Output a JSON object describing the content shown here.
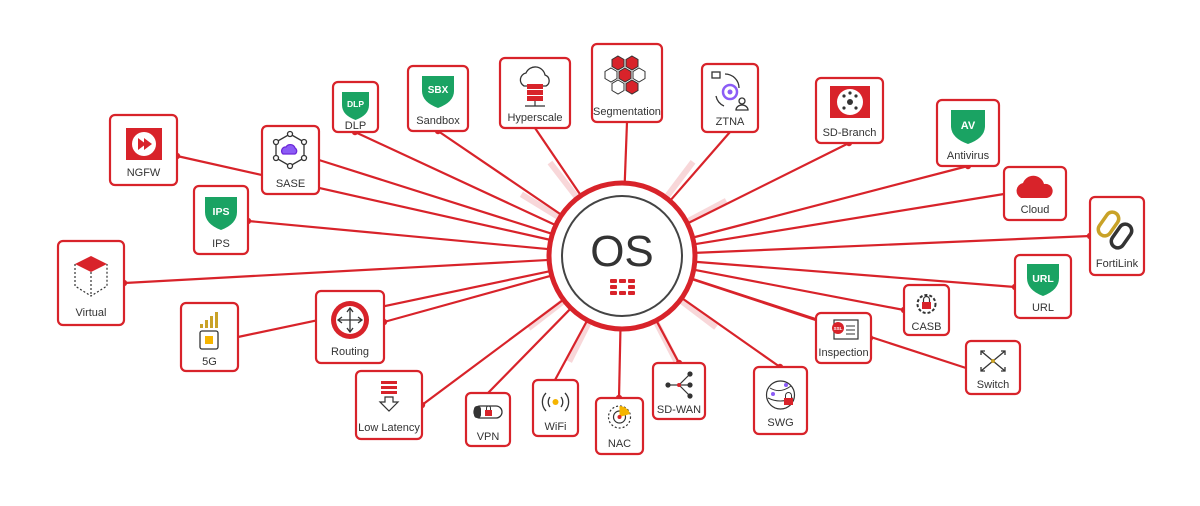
{
  "hub": {
    "label": "OS"
  },
  "colors": {
    "accent": "#d8232a",
    "shield": "#1aa363",
    "text": "#333333"
  },
  "nodes": [
    {
      "id": "ngfw",
      "label": "NGFW",
      "icon": "play-firewall-icon"
    },
    {
      "id": "sase",
      "label": "SASE",
      "icon": "cloud-network-icon"
    },
    {
      "id": "dlp",
      "label": "DLP",
      "icon": "shield-icon",
      "badge": "DLP"
    },
    {
      "id": "sandbox",
      "label": "Sandbox",
      "icon": "shield-icon",
      "badge": "SBX"
    },
    {
      "id": "hyperscale",
      "label": "Hyperscale",
      "icon": "cloud-server-icon"
    },
    {
      "id": "segmentation",
      "label": "Segmentation",
      "icon": "hexagon-grid-icon"
    },
    {
      "id": "ztna",
      "label": "ZTNA",
      "icon": "gear-user-icon"
    },
    {
      "id": "sd-branch",
      "label": "SD-Branch",
      "icon": "branch-device-icon"
    },
    {
      "id": "antivirus",
      "label": "Antivirus",
      "icon": "shield-icon",
      "badge": "AV"
    },
    {
      "id": "cloud",
      "label": "Cloud",
      "icon": "cloud-icon"
    },
    {
      "id": "fortilink",
      "label": "FortiLink",
      "icon": "chain-link-icon"
    },
    {
      "id": "ips",
      "label": "IPS",
      "icon": "shield-icon",
      "badge": "IPS"
    },
    {
      "id": "virtual",
      "label": "Virtual",
      "icon": "cube-icon"
    },
    {
      "id": "url",
      "label": "URL",
      "icon": "shield-icon",
      "badge": "URL"
    },
    {
      "id": "casb",
      "label": "CASB",
      "icon": "gear-lock-icon"
    },
    {
      "id": "5g",
      "label": "5G",
      "icon": "signal-chip-icon"
    },
    {
      "id": "routing",
      "label": "Routing",
      "icon": "compass-arrows-icon"
    },
    {
      "id": "inspection",
      "label": "Inspection",
      "icon": "ssl-certificate-icon",
      "badge": "SSL"
    },
    {
      "id": "switch",
      "label": "Switch",
      "icon": "switch-arrows-icon"
    },
    {
      "id": "low-latency",
      "label": "Low Latency",
      "icon": "down-arrow-bars-icon"
    },
    {
      "id": "vpn",
      "label": "VPN",
      "icon": "lock-tunnel-icon"
    },
    {
      "id": "wifi",
      "label": "WiFi",
      "icon": "wifi-signal-icon"
    },
    {
      "id": "nac",
      "label": "NAC",
      "icon": "radar-icon"
    },
    {
      "id": "sd-wan",
      "label": "SD-WAN",
      "icon": "branching-network-icon"
    },
    {
      "id": "swg",
      "label": "SWG",
      "icon": "globe-lock-icon"
    }
  ]
}
